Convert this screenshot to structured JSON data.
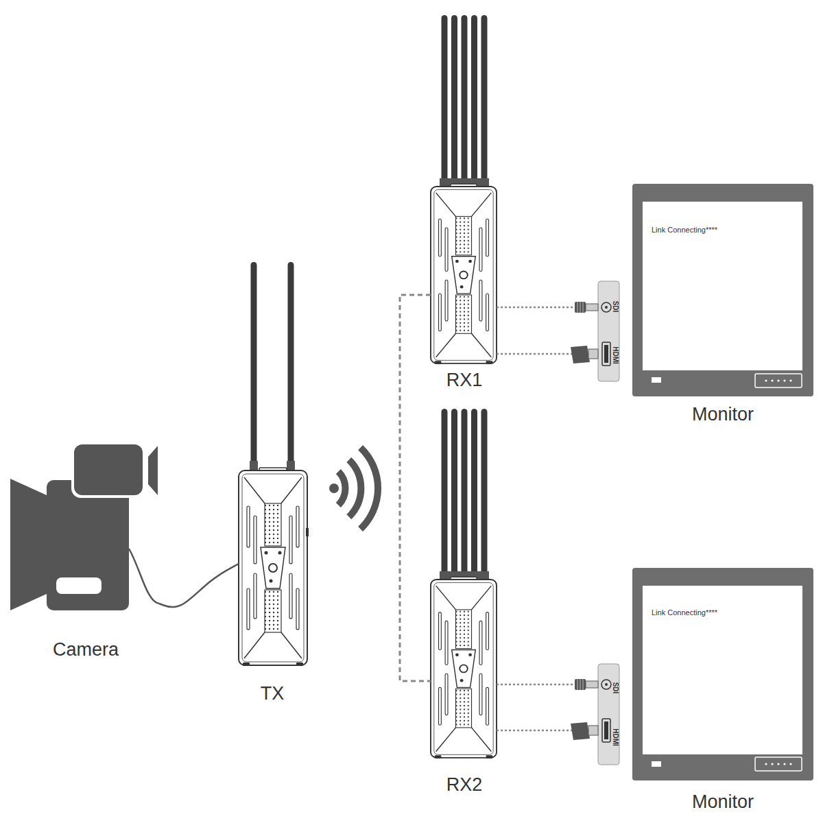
{
  "diagram": {
    "nodes": [
      {
        "text": [
          "Camera"
        ]
      },
      {
        "text": [
          "TX"
        ]
      },
      {
        "text": [
          "RX1"
        ]
      },
      {
        "text": [
          "SDI",
          "HDMI"
        ]
      },
      {
        "text": [
          "Link Connecting****",
          "Monitor"
        ]
      },
      {
        "text": [
          "RX2"
        ]
      },
      {
        "text": [
          "SDI",
          "HDMI"
        ]
      },
      {
        "text": [
          "Link Connecting****",
          "Monitor"
        ]
      }
    ],
    "edges": [
      {
        "from": 0,
        "to": 1,
        "arrow": "none"
      },
      {
        "from": 2,
        "to": 5,
        "arrow": "none"
      },
      {
        "from": 2,
        "to": 3,
        "arrow": "none"
      },
      {
        "from": 2,
        "to": 3,
        "arrow": "none"
      },
      {
        "from": 5,
        "to": 6,
        "arrow": "none"
      },
      {
        "from": 5,
        "to": 6,
        "arrow": "none"
      }
    ]
  }
}
